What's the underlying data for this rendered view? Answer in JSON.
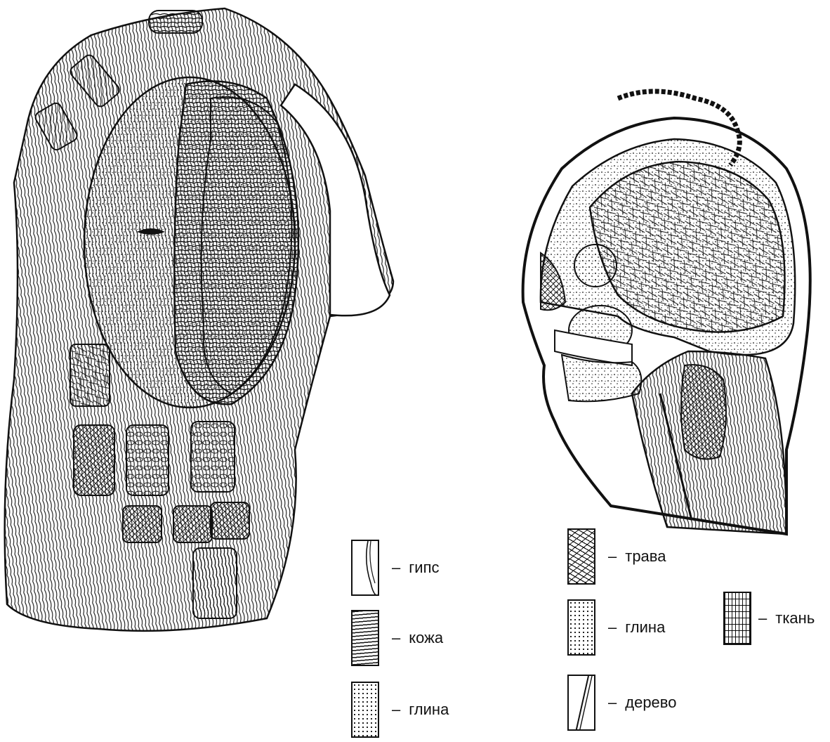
{
  "legend": {
    "gips": {
      "label": "гипс"
    },
    "kozha": {
      "label": "кожа"
    },
    "glina_left": {
      "label": "глина"
    },
    "trava": {
      "label": "трава"
    },
    "glina_right": {
      "label": "глина"
    },
    "derevo": {
      "label": "дерево"
    },
    "tkan": {
      "label": "ткань"
    },
    "dash": "–"
  },
  "colors": {
    "ink": "#111111",
    "paper": "#ffffff"
  }
}
